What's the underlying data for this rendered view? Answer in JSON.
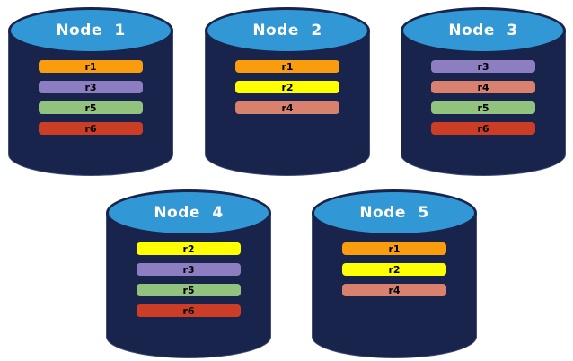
{
  "nodes": [
    {
      "label": "Node 1",
      "replicas": [
        "r1",
        "r3",
        "r5",
        "r6"
      ]
    },
    {
      "label": "Node 2",
      "replicas": [
        "r1",
        "r2",
        "r4"
      ]
    },
    {
      "label": "Node 3",
      "replicas": [
        "r3",
        "r4",
        "r5",
        "r6"
      ]
    },
    {
      "label": "Node 4",
      "replicas": [
        "r2",
        "r3",
        "r5",
        "r6"
      ]
    },
    {
      "label": "Node 5",
      "replicas": [
        "r1",
        "r2",
        "r4"
      ]
    }
  ],
  "replica_colors": {
    "r1": "#F99C0D",
    "r2": "#FFFF00",
    "r3": "#8D7EC1",
    "r4": "#D9816F",
    "r5": "#92C37E",
    "r6": "#CB3D25"
  },
  "colors": {
    "cylinder_body": "#18244B",
    "cylinder_top": "#3298D5",
    "bar_text": "#000000",
    "title_text": "#FFFFFF",
    "background": "#FFFFFF"
  }
}
